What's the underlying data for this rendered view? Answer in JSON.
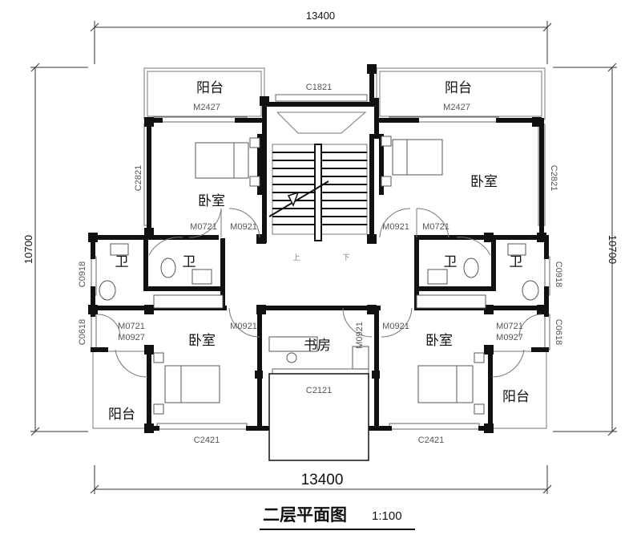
{
  "dimensions": {
    "top": "13400",
    "bottom": "13400",
    "left": "10700",
    "right": "10700"
  },
  "title": "二层平面图",
  "scale": "1:100",
  "rooms": {
    "balcony_tl": "阳台",
    "balcony_tr": "阳台",
    "bedroom_tl": "卧室",
    "bedroom_tr": "卧室",
    "bath_l_outer": "卫",
    "bath_l_inner": "卫",
    "bath_r_inner": "卫",
    "bath_r_outer": "卫",
    "bedroom_bl": "卧室",
    "bedroom_br": "卧室",
    "study": "书房",
    "balcony_bl": "阳台",
    "balcony_br": "阳台"
  },
  "codes": {
    "c1821": "C1821",
    "m2427_l": "M2427",
    "m2427_r": "M2427",
    "c2821_l": "C2821",
    "c2821_r": "C2821",
    "m0721_tl": "M0721",
    "m0921_tl": "M0921",
    "m0921_tr": "M0921",
    "m0721_tr": "M0721",
    "c0918_l": "C0918",
    "c0918_r": "C0918",
    "m0721_bl": "M0721",
    "m0927_bl": "M0927",
    "m0921_bl": "M0921",
    "m0921_study": "M0921",
    "m0921_br": "M0921",
    "m0721_br": "M0721",
    "m0927_br": "M0927",
    "c0618_l": "C0618",
    "c0618_r": "C0618",
    "c2121": "C2121",
    "c2421_l": "C2421",
    "c2421_r": "C2421"
  },
  "stairs": {
    "up": "上",
    "down": "下"
  }
}
